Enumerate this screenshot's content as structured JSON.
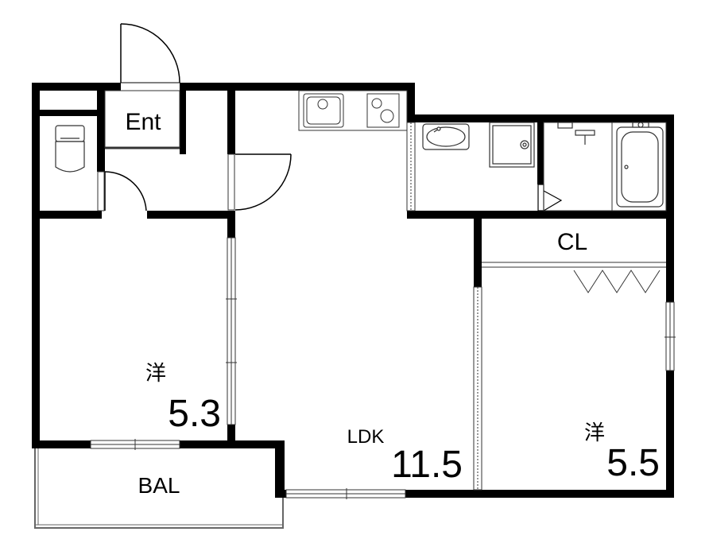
{
  "colors": {
    "wall": "#000000",
    "thin": "#555555",
    "fixture_bg": "#f2f2f2",
    "page_bg": "#ffffff"
  },
  "rooms": {
    "entrance": "Ent",
    "closet": "CL",
    "balcony": "BAL",
    "ldk": {
      "label": "LDK",
      "size": "11.5"
    },
    "western_room_left": {
      "label": "洋",
      "size": "5.3"
    },
    "western_room_right": {
      "label": "洋",
      "size": "5.5"
    }
  },
  "fixtures": [
    "toilet-icon",
    "sink-icon",
    "stove-icon",
    "washbasin-icon",
    "washing-machine-pan-icon",
    "bathtub-icon",
    "faucet-icon"
  ]
}
